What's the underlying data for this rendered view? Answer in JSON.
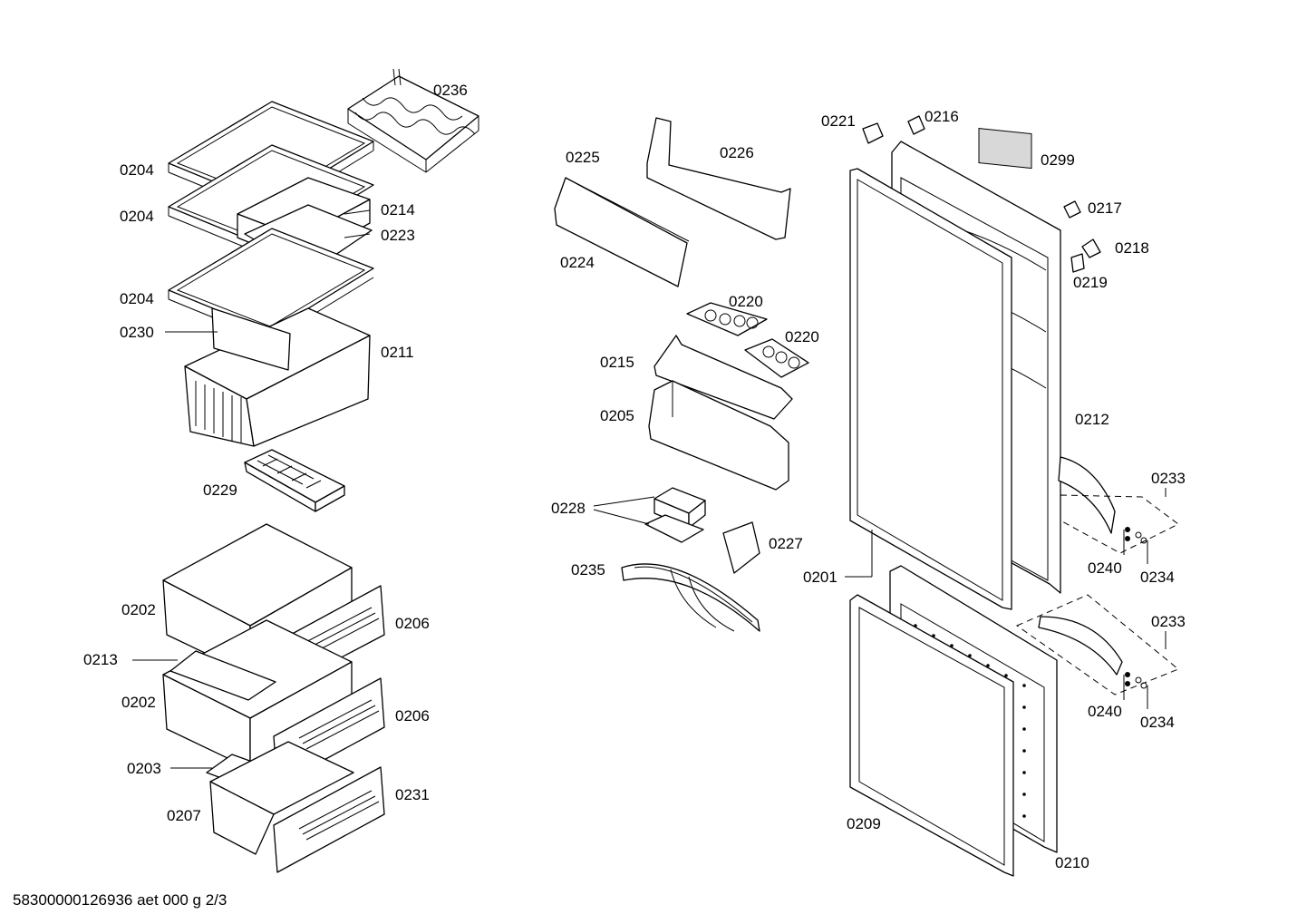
{
  "labels": {
    "p0236": "0236",
    "p0204a": "0204",
    "p0204b": "0204",
    "p0204c": "0204",
    "p0214": "0214",
    "p0223": "0223",
    "p0230": "0230",
    "p0211": "0211",
    "p0229": "0229",
    "p0202a": "0202",
    "p0202b": "0202",
    "p0213": "0213",
    "p0206a": "0206",
    "p0206b": "0206",
    "p0203": "0203",
    "p0207": "0207",
    "p0231": "0231",
    "p0225": "0225",
    "p0226": "0226",
    "p0224": "0224",
    "p0220a": "0220",
    "p0220b": "0220",
    "p0215": "0215",
    "p0205": "0205",
    "p0228": "0228",
    "p0227": "0227",
    "p0235": "0235",
    "p0221": "0221",
    "p0216": "0216",
    "p0299": "0299",
    "p0217": "0217",
    "p0218": "0218",
    "p0219": "0219",
    "p0212": "0212",
    "p0233a": "0233",
    "p0240a": "0240",
    "p0234a": "0234",
    "p0201": "0201",
    "p0233b": "0233",
    "p0240b": "0240",
    "p0234b": "0234",
    "p0209": "0209",
    "p0210": "0210"
  },
  "footer": {
    "doc_id": "58300000126936 aet 000 g 2/3"
  },
  "icons": {
    "wine-rack": "wine-rack-icon",
    "glass-shelf": "glass-shelf-icon",
    "drawer": "drawer-icon",
    "door-bin": "door-bin-icon",
    "door-panel": "door-panel-icon",
    "door-gasket": "door-gasket-icon",
    "door-handle": "door-handle-icon",
    "ice-tray": "ice-tray-icon"
  }
}
